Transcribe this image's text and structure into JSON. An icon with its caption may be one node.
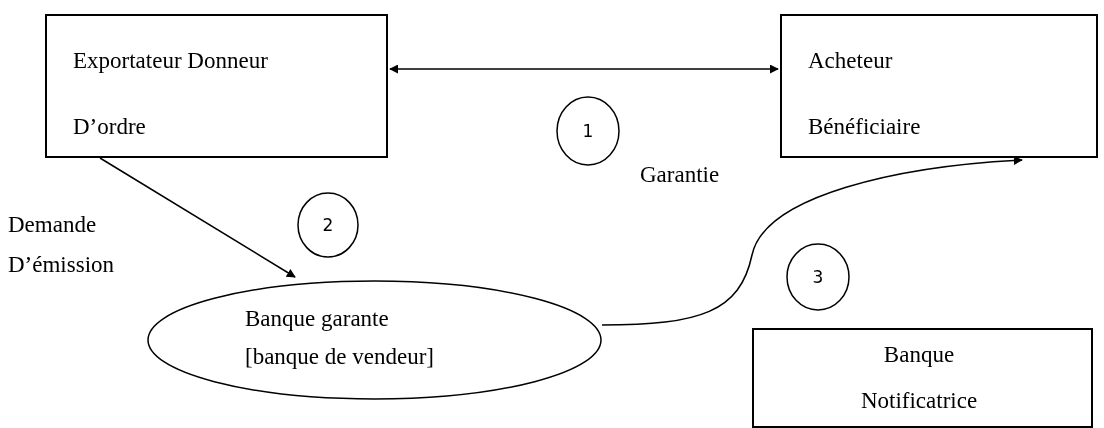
{
  "diagram": {
    "nodes": [
      {
        "text": [
          "Exportateur Donneur D’ordre"
        ]
      },
      {
        "text": [
          "Acheteur Bénéficiaire"
        ]
      },
      {
        "text": [
          "Banque garante [banque de vendeur]"
        ]
      },
      {
        "text": [
          "Banque Notificatrice"
        ]
      },
      {
        "text": [
          "1"
        ]
      },
      {
        "text": [
          "2"
        ]
      },
      {
        "text": [
          "3"
        ]
      }
    ],
    "edges": [
      {
        "from": 0,
        "to": 1,
        "arrow": "both"
      },
      {
        "from": 0,
        "to": 2,
        "arrow": "to"
      },
      {
        "from": 2,
        "to": 1,
        "arrow": "to"
      }
    ],
    "labels": [
      "Garantie",
      "Demande",
      "D’émission"
    ]
  }
}
